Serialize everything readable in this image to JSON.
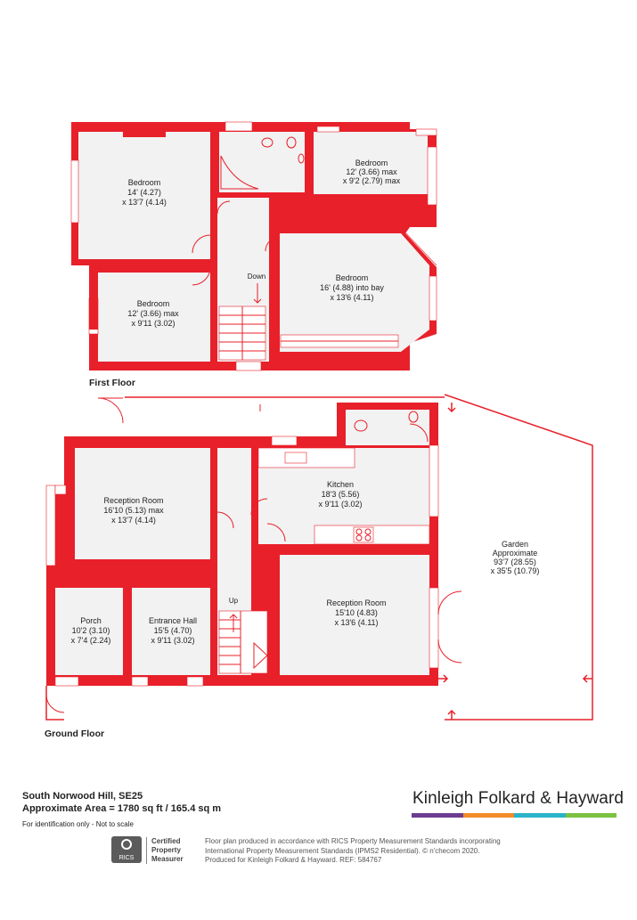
{
  "floors": {
    "first": "First Floor",
    "ground": "Ground Floor"
  },
  "rooms": {
    "ff_bed1": {
      "name": "Bedroom",
      "dim1": "14' (4.27)",
      "dim2": "x 13'7 (4.14)"
    },
    "ff_bed2": {
      "name": "Bedroom",
      "dim1": "12' (3.66) max",
      "dim2": "x 9'2 (2.79) max"
    },
    "ff_bed3": {
      "name": "Bedroom",
      "dim1": "12' (3.66) max",
      "dim2": "x 9'11 (3.02)"
    },
    "ff_bed4": {
      "name": "Bedroom",
      "dim1": "16' (4.88) into bay",
      "dim2": "x 13'6 (4.11)"
    },
    "gf_recep1": {
      "name": "Reception Room",
      "dim1": "16'10 (5.13) max",
      "dim2": "x 13'7 (4.14)"
    },
    "gf_kitchen": {
      "name": "Kitchen",
      "dim1": "18'3 (5.56)",
      "dim2": "x 9'11 (3.02)"
    },
    "gf_garden": {
      "name": "Garden",
      "dim0": "Approximate",
      "dim1": "93'7 (28.55)",
      "dim2": "x 35'5 (10.79)"
    },
    "gf_recep2": {
      "name": "Reception Room",
      "dim1": "15'10 (4.83)",
      "dim2": "x 13'6 (4.11)"
    },
    "gf_porch": {
      "name": "Porch",
      "dim1": "10'2 (3.10)",
      "dim2": "x 7'4 (2.24)"
    },
    "gf_hall": {
      "name": "Entrance Hall",
      "dim1": "15'5 (4.70)",
      "dim2": "x 9'11 (3.02)"
    }
  },
  "stairs": {
    "down": "Down",
    "up": "Up"
  },
  "footer": {
    "address": "South Norwood Hill, SE25",
    "area": "Approximate Area = 1780 sq ft / 165.4 sq m",
    "identification": "For identification only - Not to scale",
    "brand": "Kinleigh Folkard & Hayward",
    "rics_logo_text": "RICS",
    "certified_1": "Certified",
    "certified_2": "Property",
    "certified_3": "Measurer",
    "disclaimer_1": "Floor plan produced in accordance with RICS Property Measurement Standards incorporating",
    "disclaimer_2": "International Property Measurement Standards (IPMS2 Residential).  © n'checom 2020.",
    "disclaimer_3": "Produced for Kinleigh Folkard & Hayward.   REF: 584767"
  },
  "colors": {
    "wall": "#e8202a",
    "floor": "#f2f2f2",
    "brand_bar_1": "#6c3d8f",
    "brand_bar_2": "#f28c28",
    "brand_bar_3": "#2ab3c9",
    "brand_bar_4": "#7cc242"
  }
}
